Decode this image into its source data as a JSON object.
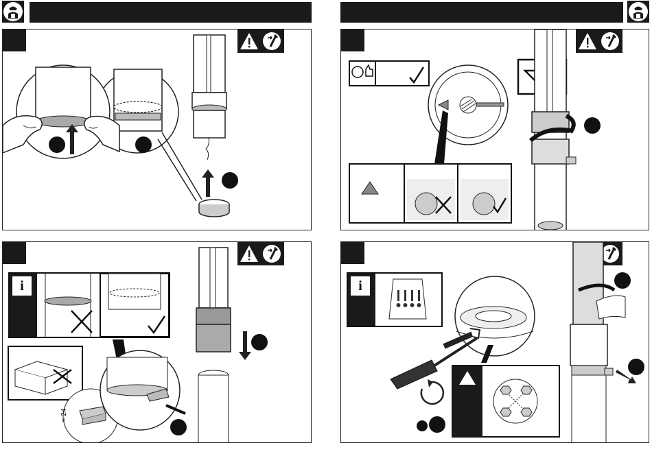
{
  "page": {
    "left_header_text": "",
    "right_header_text": ""
  },
  "panels": [
    {
      "id": "panel-1",
      "step": ""
    },
    {
      "id": "panel-2",
      "step": ""
    },
    {
      "id": "panel-3",
      "step": ""
    },
    {
      "id": "panel-4",
      "step": ""
    }
  ],
  "icons": {
    "header": "technician-manual-icon",
    "warning": "warning-triangle-icon",
    "tool": "tool-hand-icon",
    "info": "info-icon",
    "tip": "tip-thumbs-up-icon",
    "check": "check-icon",
    "cross": "cross-icon",
    "rotate": "rotate-ccw-icon",
    "view": "view-direction-icon"
  },
  "labels": {
    "info_i": "i",
    "dimension": "≈ 24"
  },
  "colors": {
    "dark": "#1a1a1a",
    "line": "#222222",
    "grey": "#888888",
    "lightgrey": "#d9d9d9"
  }
}
